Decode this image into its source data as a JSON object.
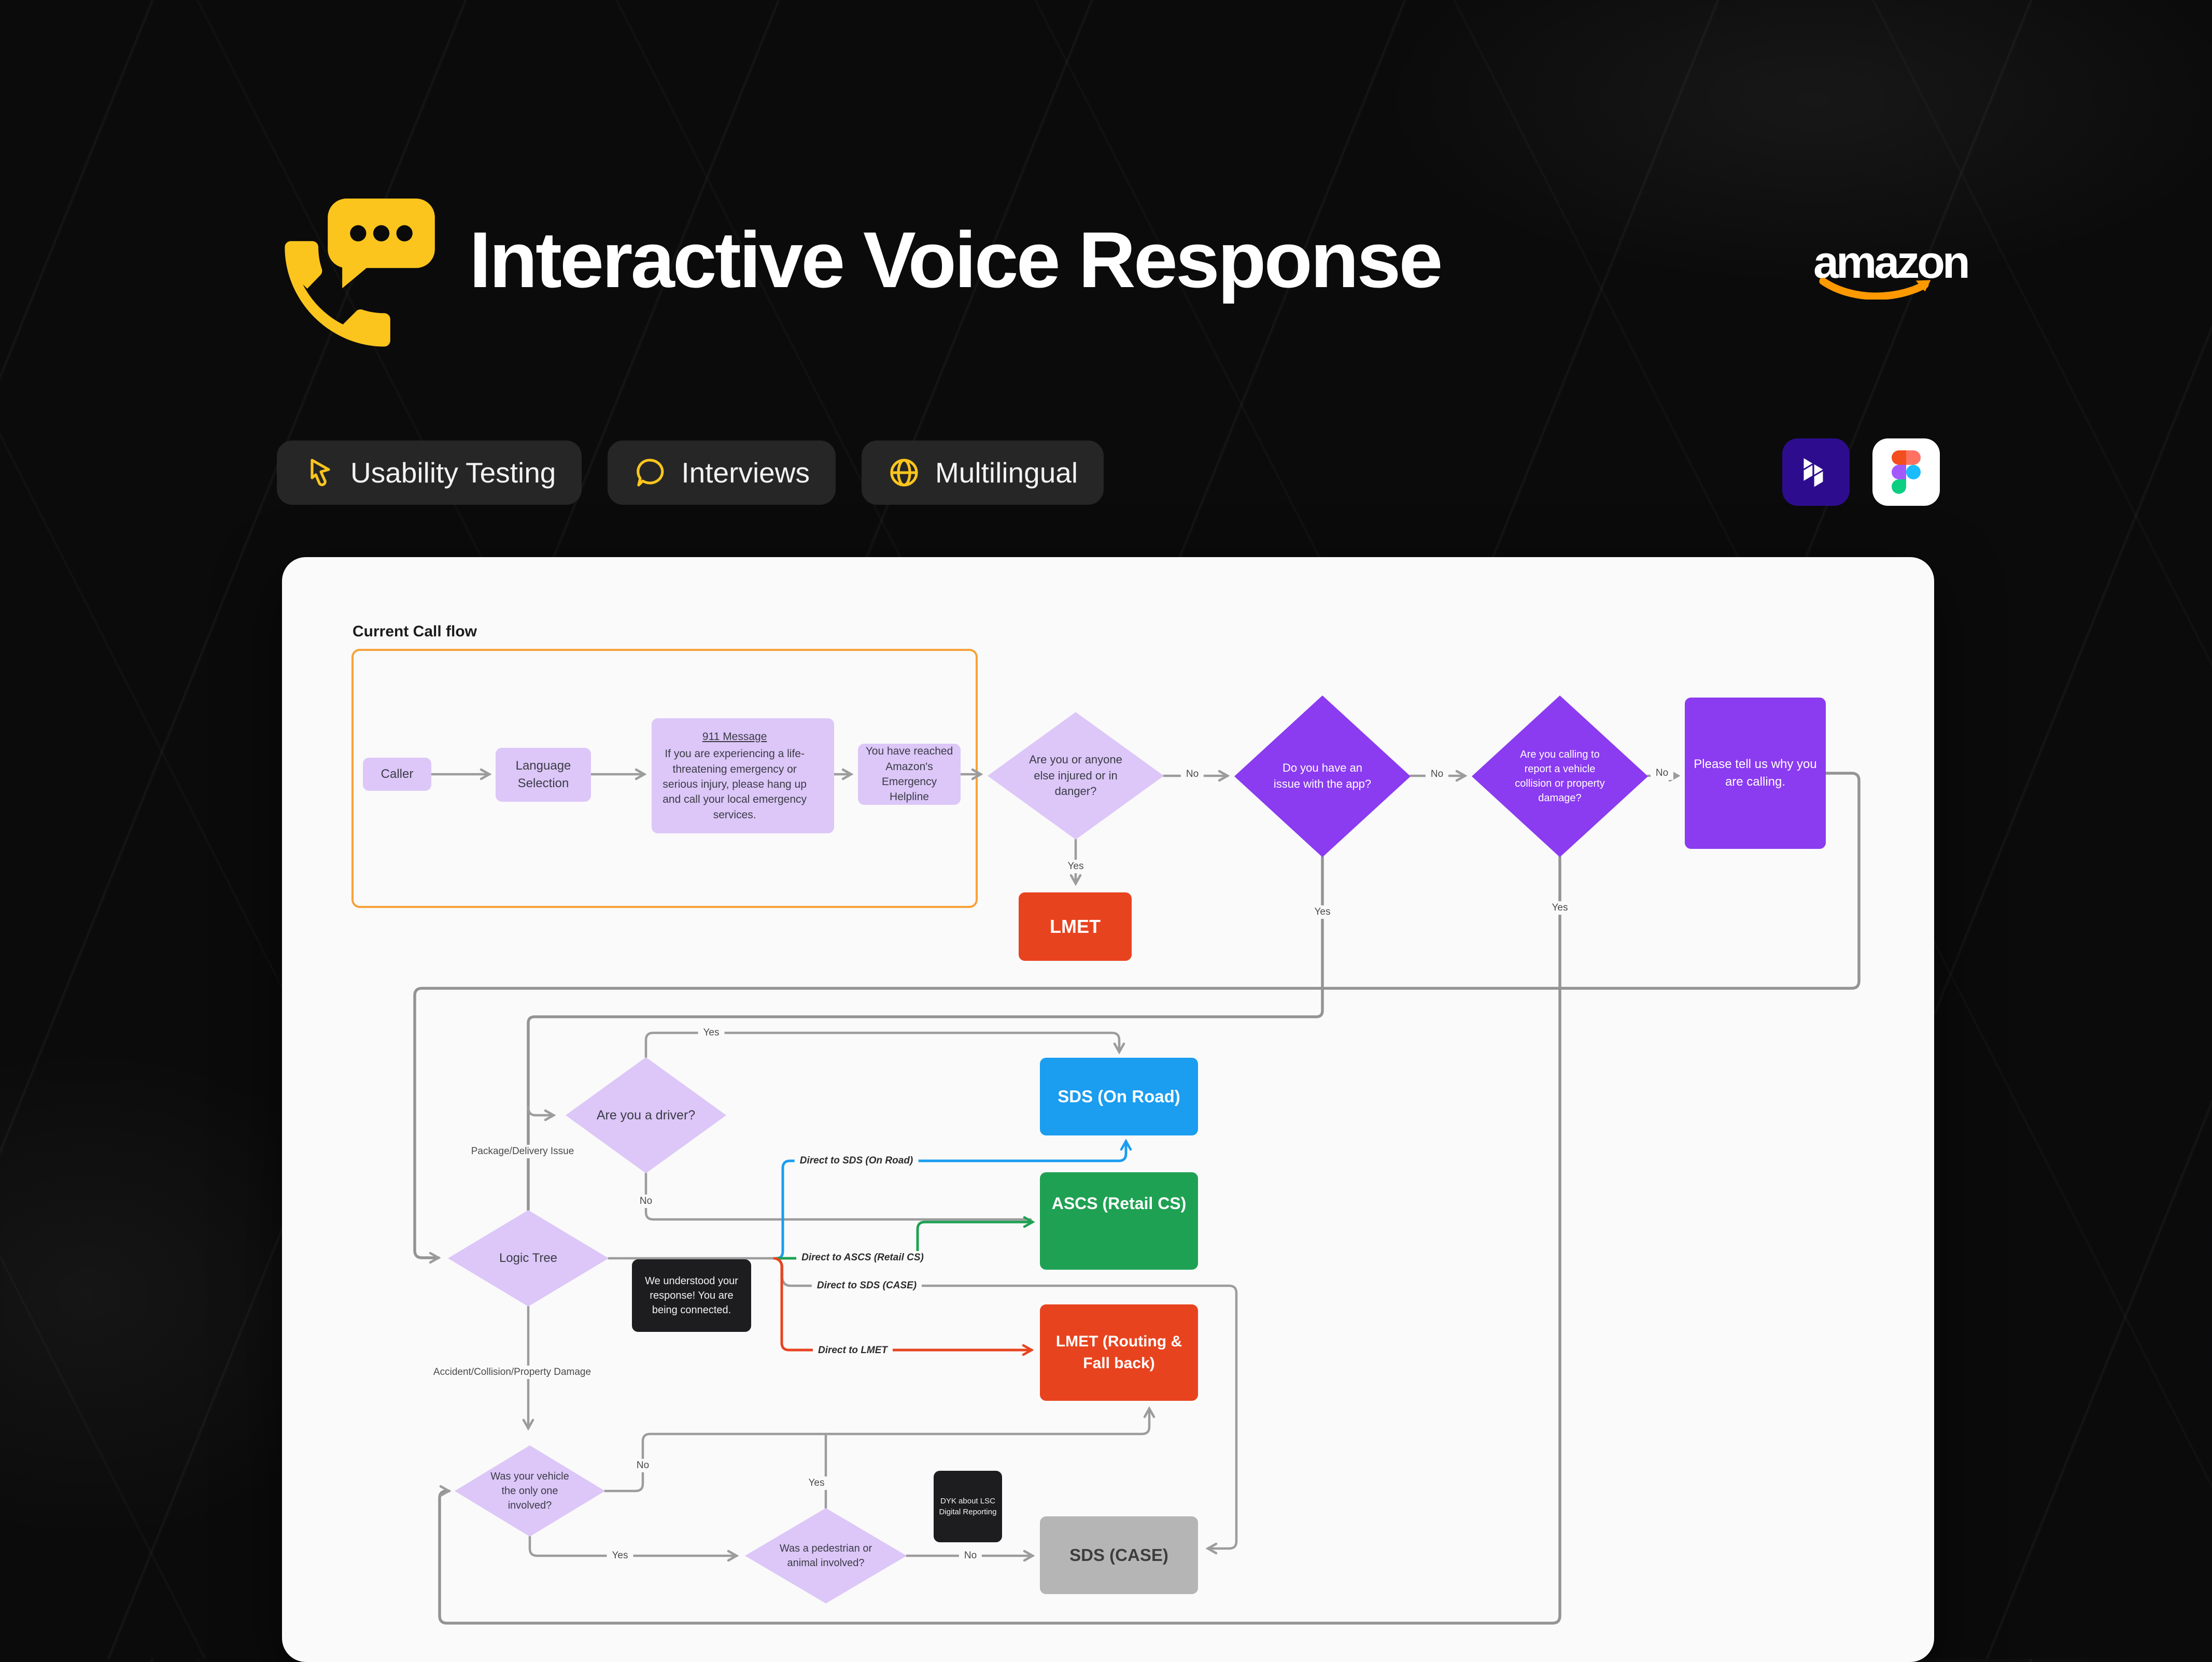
{
  "header": {
    "title": "Interactive Voice Response",
    "brand": "amazon"
  },
  "icons": {
    "header": "phone-chat-icon",
    "brand_swoosh": "amazon-smile-icon",
    "tag_icons": [
      "cursor-icon",
      "chat-bubble-icon",
      "globe-icon"
    ],
    "app_icons": [
      "dovetail-app-icon",
      "figma-app-icon"
    ]
  },
  "tags": [
    {
      "label": "Usability Testing"
    },
    {
      "label": "Interviews"
    },
    {
      "label": "Multilingual"
    }
  ],
  "canvas": {
    "section_label": "Current Call flow"
  },
  "nodes": {
    "caller": "Caller",
    "language": "Language Selection",
    "msg911_title": "911 Message",
    "msg911_body": "If you are experiencing a life-threatening emergency or serious injury, please hang up and call your local emergency services.",
    "reached": "You have reached Amazon's Emergency Helpline",
    "injured": "Are you or anyone else injured or in danger?",
    "lmet": "LMET",
    "app_issue": "Do you have an issue with the app?",
    "collision": "Are you calling to report a vehicle collision or property damage?",
    "tell_us": "Please tell us why you are calling.",
    "driver": "Are you a driver?",
    "sds_onroad": "SDS (On Road)",
    "ascs": "ASCS (Retail CS)",
    "understood": "We understood your response! You are being connected.",
    "lmet_routing": "LMET (Routing & Fall back)",
    "logic_tree": "Logic Tree",
    "vehicle_only": "Was your vehicle the only one involved?",
    "pedestrian": "Was a pedestrian or animal involved?",
    "dyk": "DYK about LSC Digital Reporting",
    "sds_case": "SDS (CASE)"
  },
  "edge_labels": {
    "yes": "Yes",
    "no": "No",
    "package": "Package/Delivery Issue",
    "accident": "Accident/Collision/Property Damage",
    "direct_sds_onroad": "Direct to SDS (On Road)",
    "direct_ascs": "Direct to ASCS (Retail CS)",
    "direct_sds_case": "Direct to SDS (CASE)",
    "direct_lmet": "Direct to LMET"
  },
  "colors": {
    "accent_yellow": "#fbc51d",
    "amazon_orange": "#ff9900",
    "lavender_node": "#dcc7f8",
    "purple_node": "#8b3bf0",
    "red_node": "#e8431f",
    "blue_node": "#1b9df0",
    "green_node": "#1fa153",
    "gray_node": "#b5b5b5",
    "black_node": "#1d1d1f",
    "frame_orange": "#f8a13a",
    "card_bg": "#fafafa"
  }
}
